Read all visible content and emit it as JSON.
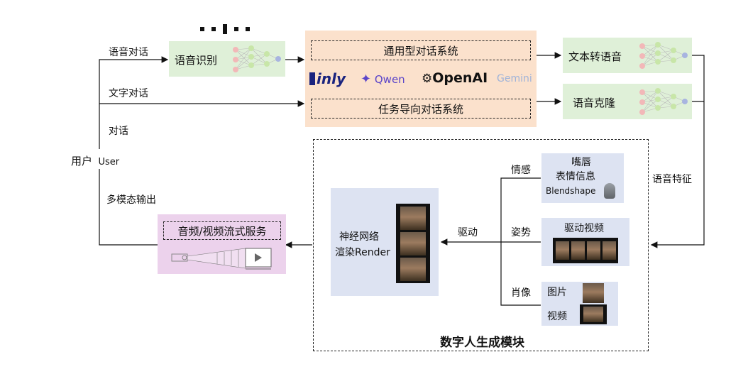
{
  "user": {
    "label": "用户",
    "label_en": "User"
  },
  "edges": {
    "voice_dialog": "语音对话",
    "text_dialog": "文字对话",
    "dialog": "对话",
    "multimodal_output": "多模态输出",
    "voice_feature": "语音特征",
    "drive": "驱动"
  },
  "asr": {
    "label": "语音识别"
  },
  "dialog_system": {
    "general": "通用型对话系统",
    "task": "任务导向对话系统",
    "logos": [
      "inly",
      "Qwen",
      "OpenAI",
      "Gemini"
    ]
  },
  "tts": {
    "label": "文本转语音"
  },
  "voice_clone": {
    "label": "语音克隆"
  },
  "digital_human": {
    "title": "数字人生成模块",
    "neural_render": {
      "line1": "神经网络",
      "line2": "渲染Render"
    },
    "emotion": {
      "label": "情感",
      "box_line1": "嘴唇",
      "box_line2": "表情信息",
      "box_line3": "Blendshape"
    },
    "pose": {
      "label": "姿势",
      "box_line1": "驱动视频"
    },
    "portrait": {
      "label": "肖像",
      "image": "图片",
      "video": "视频"
    }
  },
  "streaming": {
    "label": "音频/视频流式服务"
  },
  "colors": {
    "green": "#dff0d8",
    "blue": "#dde3f2",
    "orange": "#fbe1cc",
    "pink": "#ecd2ec"
  }
}
